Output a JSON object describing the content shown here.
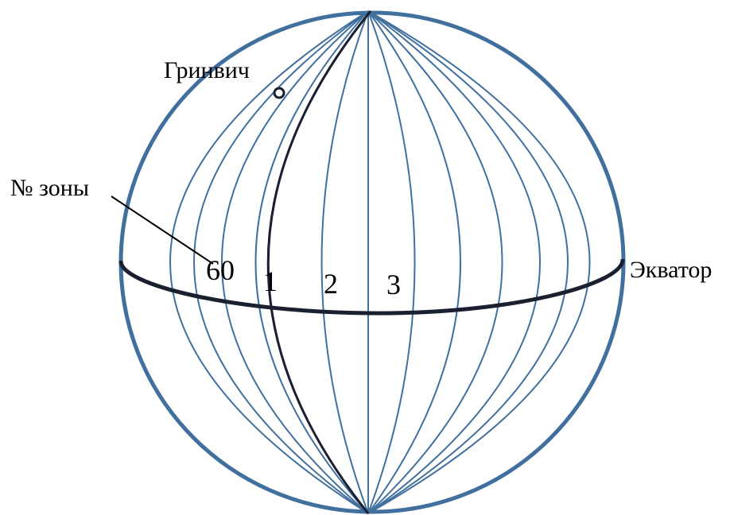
{
  "labels": {
    "greenwich": "Гринвич",
    "zone_no": "№ зоны",
    "equator": "Экватор",
    "zone_60": "60",
    "zone_1": "1",
    "zone_2": "2",
    "zone_3": "3"
  },
  "colors": {
    "globe_outline": "#41709f",
    "meridians": "#41709f",
    "greenwich_meridian": "#1a2030",
    "equator": "#1a2030",
    "leader_line": "#000000",
    "text": "#000000"
  },
  "meridian_count_left": 6,
  "meridian_count_right": 6
}
